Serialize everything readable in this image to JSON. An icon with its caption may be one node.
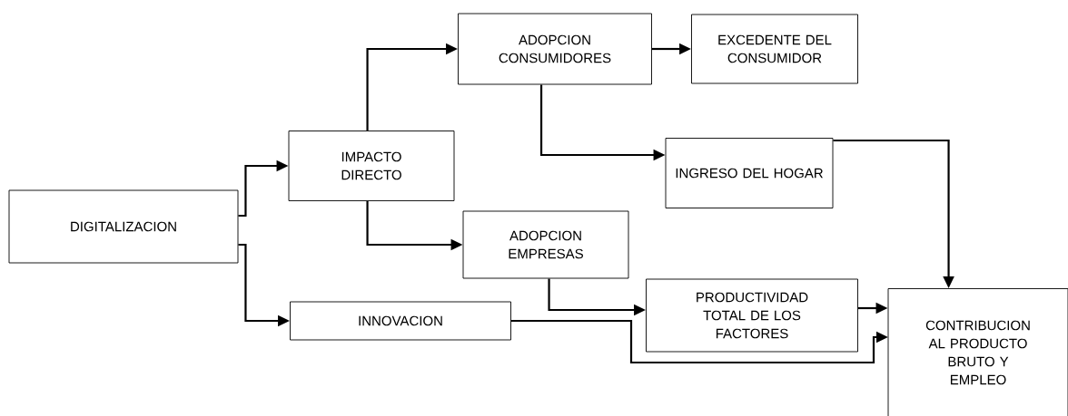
{
  "diagram": {
    "nodes": [
      {
        "text": [
          "DIGITALIZACION"
        ]
      },
      {
        "text": [
          "IMPACTO DIRECTO"
        ]
      },
      {
        "text": [
          "ADOPCION CONSUMIDORES"
        ]
      },
      {
        "text": [
          "EXCEDENTE DEL CONSUMIDOR"
        ]
      },
      {
        "text": [
          "INGRESO DEL HOGAR"
        ]
      },
      {
        "text": [
          "ADOPCION EMPRESAS"
        ]
      },
      {
        "text": [
          "PRODUCTIVIDAD TOTAL DE LOS FACTORES"
        ]
      },
      {
        "text": [
          "INNOVACION"
        ]
      },
      {
        "text": [
          "CONTRIBUCION AL PRODUCTO BRUTO Y EMPLEO"
        ]
      }
    ],
    "edges": [
      {
        "from": 0,
        "to": 1,
        "arrow": "to"
      },
      {
        "from": 0,
        "to": 7,
        "arrow": "to"
      },
      {
        "from": 1,
        "to": 2,
        "arrow": "to"
      },
      {
        "from": 1,
        "to": 5,
        "arrow": "to"
      },
      {
        "from": 2,
        "to": 3,
        "arrow": "to"
      },
      {
        "from": 2,
        "to": 4,
        "arrow": "to"
      },
      {
        "from": 4,
        "to": 8,
        "arrow": "to"
      },
      {
        "from": 5,
        "to": 6,
        "arrow": "to"
      },
      {
        "from": 6,
        "to": 8,
        "arrow": "to"
      },
      {
        "from": 7,
        "to": 8,
        "arrow": "to"
      }
    ]
  }
}
